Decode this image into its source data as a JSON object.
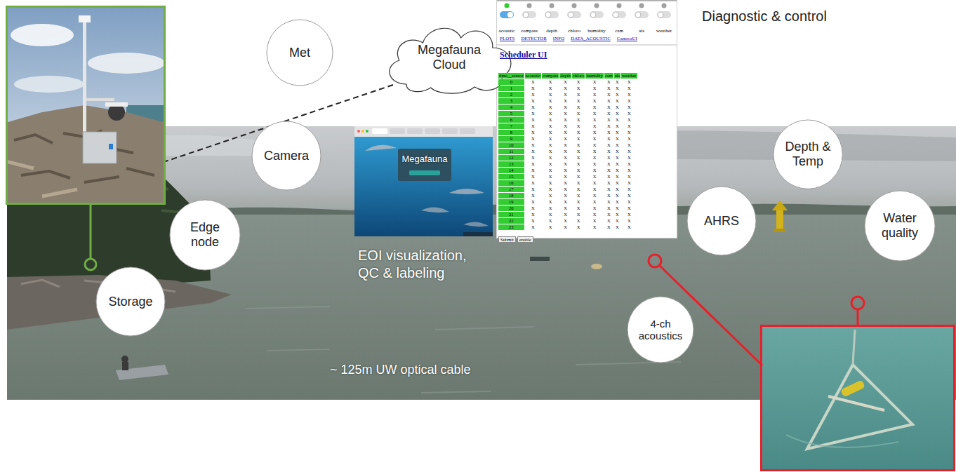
{
  "diagram": {
    "nodes": [
      {
        "text": [
          "Met"
        ]
      },
      {
        "text": [
          "Megafauna Cloud"
        ]
      },
      {
        "text": [
          "Camera"
        ]
      },
      {
        "text": [
          "Edge node"
        ]
      },
      {
        "text": [
          "Storage"
        ]
      },
      {
        "text": [
          "Depth & Temp"
        ]
      },
      {
        "text": [
          "AHRS"
        ]
      },
      {
        "text": [
          "Water quality"
        ]
      },
      {
        "text": [
          "4-ch acoustics"
        ]
      }
    ],
    "labels": [
      "Diagnostic & control",
      "EOI visualization, QC & labeling",
      "~ 125m UW optical cable",
      "Megafauna",
      "acoustic",
      "compass",
      "depth",
      "chloro",
      "humidity",
      "cam",
      "ais",
      "weather",
      "PLOTS",
      "DETECTOR",
      "INFO",
      "DATA_ACOUSTIC",
      "CameraUI",
      "Scheduler UI",
      "time__sensor",
      "acoustic",
      "compass",
      "depth",
      "chloro",
      "humidity",
      "cam",
      "ais",
      "weather",
      "0",
      "X",
      "X",
      "X",
      "X",
      "X",
      "X",
      "X",
      "X",
      "1",
      "X",
      "X",
      "X",
      "X",
      "X",
      "X",
      "X",
      "X",
      "2",
      "X",
      "X",
      "X",
      "X",
      "X",
      "X",
      "X",
      "X",
      "3",
      "X",
      "X",
      "X",
      "X",
      "X",
      "X",
      "X",
      "X",
      "4",
      "X",
      "X",
      "X",
      "X",
      "X",
      "X",
      "X",
      "X",
      "5",
      "X",
      "X",
      "X",
      "X",
      "X",
      "X",
      "X",
      "X",
      "6",
      "X",
      "X",
      "X",
      "X",
      "X",
      "X",
      "X",
      "X",
      "7",
      "X",
      "X",
      "X",
      "X",
      "X",
      "X",
      "X",
      "X",
      "8",
      "X",
      "X",
      "X",
      "X",
      "X",
      "X",
      "X",
      "X",
      "9",
      "X",
      "X",
      "X",
      "X",
      "X",
      "X",
      "X",
      "X",
      "10",
      "X",
      "X",
      "X",
      "X",
      "X",
      "X",
      "X",
      "X",
      "11",
      "X",
      "X",
      "X",
      "X",
      "X",
      "X",
      "X",
      "X",
      "12",
      "X",
      "X",
      "X",
      "X",
      "X",
      "X",
      "X",
      "X",
      "13",
      "X",
      "X",
      "X",
      "X",
      "X",
      "X",
      "X",
      "X",
      "14",
      "X",
      "X",
      "X",
      "X",
      "X",
      "X",
      "X",
      "X",
      "15",
      "X",
      "X",
      "X",
      "X",
      "X",
      "X",
      "X",
      "X",
      "16",
      "X",
      "X",
      "X",
      "X",
      "X",
      "X",
      "X",
      "X",
      "17",
      "X",
      "X",
      "X",
      "X",
      "X",
      "X",
      "X",
      "X",
      "18",
      "X",
      "X",
      "X",
      "X",
      "X",
      "X",
      "X",
      "X",
      "19",
      "X",
      "X",
      "X",
      "X",
      "X",
      "X",
      "X",
      "X",
      "20",
      "X",
      "X",
      "X",
      "X",
      "X",
      "X",
      "X",
      "X",
      "21",
      "X",
      "X",
      "X",
      "X",
      "X",
      "X",
      "X",
      "X",
      "22",
      "X",
      "X",
      "X",
      "X",
      "X",
      "X",
      "X",
      "X",
      "23",
      "X",
      "X",
      "X",
      "X",
      "X",
      "X",
      "X",
      "X",
      "Submit",
      "enable"
    ]
  }
}
